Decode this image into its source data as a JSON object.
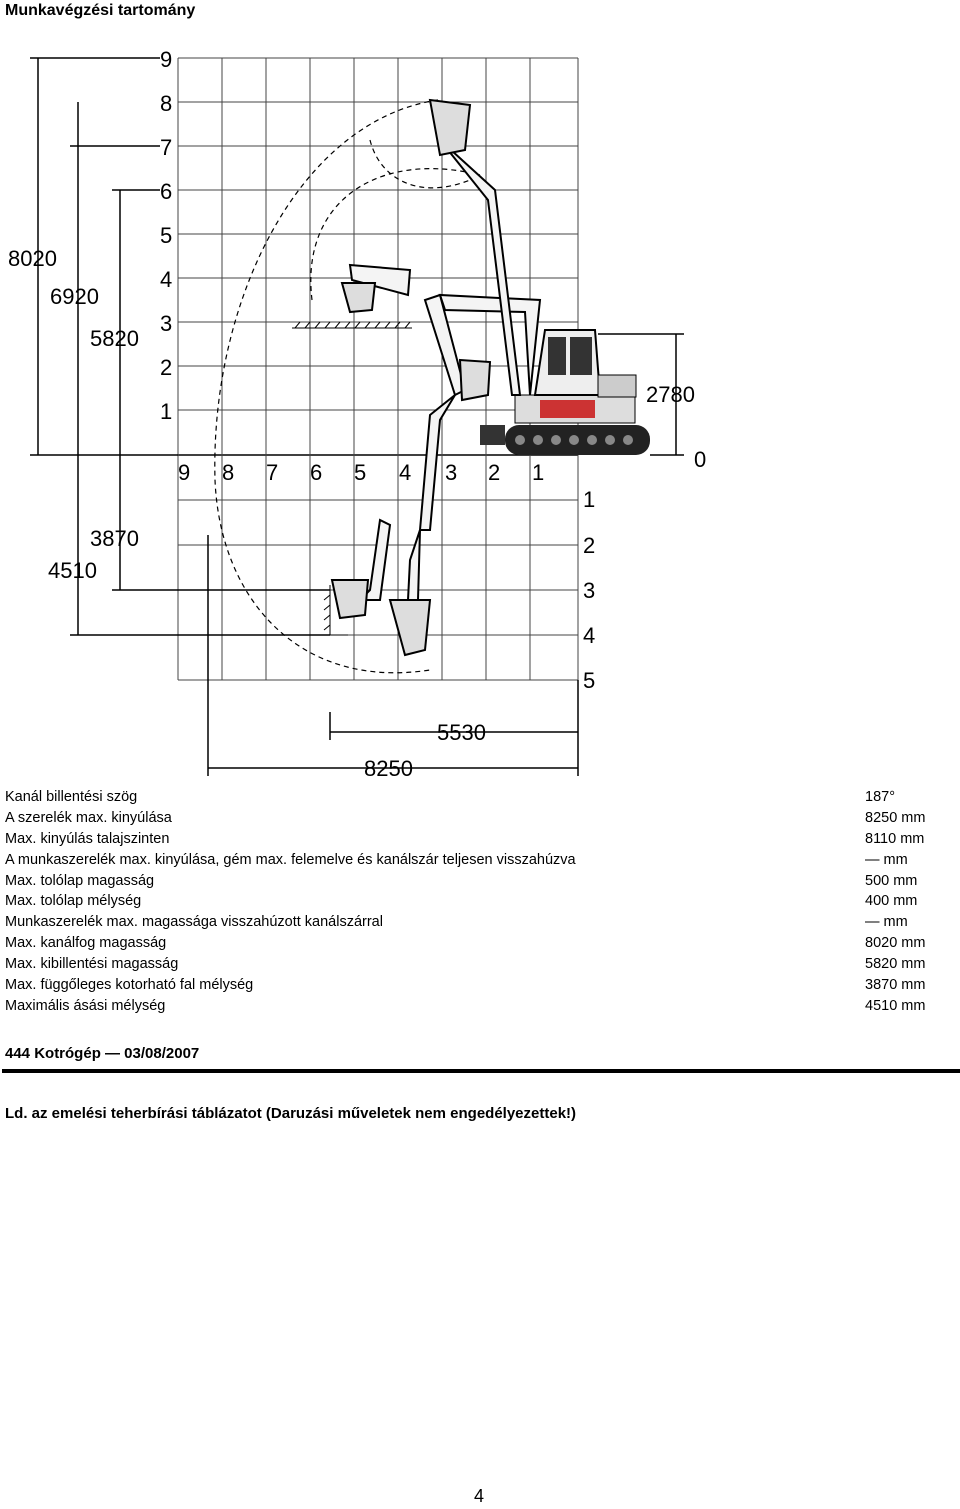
{
  "header": {
    "title": "Munkavégzési tartomány"
  },
  "diagram": {
    "left_dimensions": [
      "8020",
      "6920",
      "5820"
    ],
    "lower_left_dimensions": [
      "3870",
      "4510"
    ],
    "grid_row_labels": [
      "9",
      "8",
      "7",
      "6",
      "5",
      "4",
      "3",
      "2",
      "1"
    ],
    "grid_col_labels": [
      "9",
      "8",
      "7",
      "6",
      "5",
      "4",
      "3",
      "2",
      "1"
    ],
    "depth_labels": [
      "1",
      "2",
      "3",
      "4",
      "5"
    ],
    "right_dimension": "2780",
    "ground_label": "0",
    "bottom_dimensions": [
      "5530",
      "8250"
    ]
  },
  "specs": [
    {
      "label": "Kanál billentési szög",
      "value": "187°"
    },
    {
      "label": "A szerelék max. kinyúlása",
      "value": "8250 mm"
    },
    {
      "label": "Max. kinyúlás talajszinten",
      "value": "8110 mm"
    },
    {
      "label": "A munkaszerelék max. kinyúlása, gém max. felemelve és kanálszár teljesen visszahúzva",
      "value": "— mm"
    },
    {
      "label": "Max. tolólap magasság",
      "value": "500 mm"
    },
    {
      "label": "Max. tolólap mélység",
      "value": "400 mm"
    },
    {
      "label": "Munkaszerelék max. magassága visszahúzott kanálszárral",
      "value": "— mm"
    },
    {
      "label": "Max. kanálfog magasság",
      "value": "8020 mm"
    },
    {
      "label": "Max. kibillentési magasság",
      "value": "5820 mm"
    },
    {
      "label": "Max. függőleges kotorható fal mélység",
      "value": "3870 mm"
    },
    {
      "label": "Maximális ásási mélység",
      "value": "4510 mm"
    }
  ],
  "footer": {
    "model": "444 Kotrógép — 03/08/2007",
    "note": "Ld. az emelési teherbírási táblázatot (Daruzási műveletek nem engedélyezettek!)",
    "page_number": "4"
  }
}
